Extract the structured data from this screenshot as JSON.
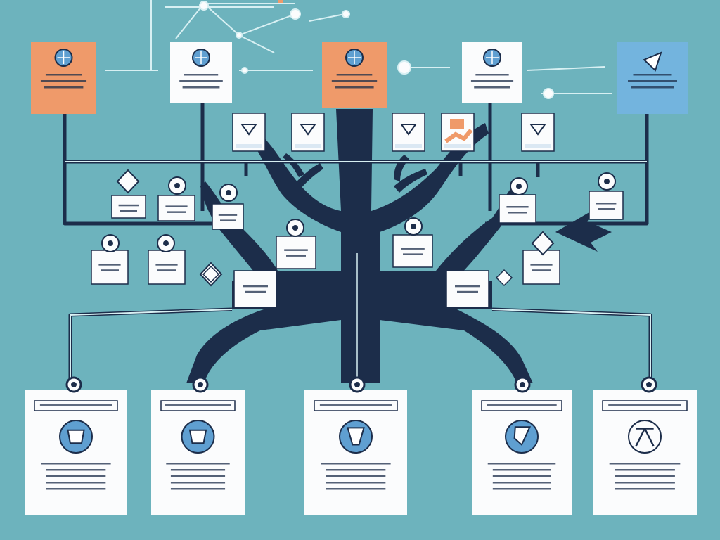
{
  "diagram": {
    "title": "",
    "colors": {
      "background": "#6db3bd",
      "trunk": "#1c2d4a",
      "card": "#fbfcfd",
      "card_border": "#1c2d4a",
      "accent_orange": "#ef9a6a",
      "accent_blue": "#73b4de",
      "icon_fill": "#5f9fd1",
      "line": "#1c2d4a",
      "connector_light": "#d8f0f3"
    },
    "top_nodes": [
      {
        "id": "top-1",
        "icon": "globe-icon",
        "variant": "orange"
      },
      {
        "id": "top-2",
        "icon": "globe-icon",
        "variant": "white"
      },
      {
        "id": "top-3",
        "icon": "globe-icon",
        "variant": "orange"
      },
      {
        "id": "top-4",
        "icon": "globe-icon",
        "variant": "white"
      },
      {
        "id": "top-5",
        "icon": "arrow-icon",
        "variant": "blue"
      }
    ],
    "branch_cards": [
      {
        "id": "branch-1",
        "icon": "funnel-icon"
      },
      {
        "id": "branch-2",
        "icon": "funnel-icon"
      },
      {
        "id": "branch-3",
        "icon": "funnel-icon"
      },
      {
        "id": "branch-4",
        "icon": "chart-icon"
      },
      {
        "id": "branch-5",
        "icon": "funnel-icon"
      }
    ],
    "leaf_labels": [
      {
        "id": "leaf-1",
        "icon": "diamond-icon"
      },
      {
        "id": "leaf-2",
        "icon": "pin-icon"
      },
      {
        "id": "leaf-3",
        "icon": "pin-icon"
      },
      {
        "id": "leaf-4",
        "icon": "pin-icon"
      },
      {
        "id": "leaf-5",
        "icon": "pin-icon"
      },
      {
        "id": "leaf-6",
        "icon": "pin-icon"
      },
      {
        "id": "leaf-7",
        "icon": "pin-icon"
      },
      {
        "id": "leaf-8",
        "icon": "pin-icon"
      },
      {
        "id": "leaf-9",
        "icon": "pin-icon"
      },
      {
        "id": "leaf-10",
        "icon": "pin-icon"
      },
      {
        "id": "leaf-11",
        "icon": "pin-icon"
      },
      {
        "id": "leaf-12",
        "icon": "diamond-icon"
      },
      {
        "id": "leaf-13",
        "icon": "diamond-icon"
      }
    ],
    "bottom_cards": [
      {
        "id": "bottom-1",
        "icon": "mug-icon"
      },
      {
        "id": "bottom-2",
        "icon": "mug-icon"
      },
      {
        "id": "bottom-3",
        "icon": "shield-icon"
      },
      {
        "id": "bottom-4",
        "icon": "flag-icon"
      },
      {
        "id": "bottom-5",
        "icon": "tripod-icon"
      }
    ]
  }
}
